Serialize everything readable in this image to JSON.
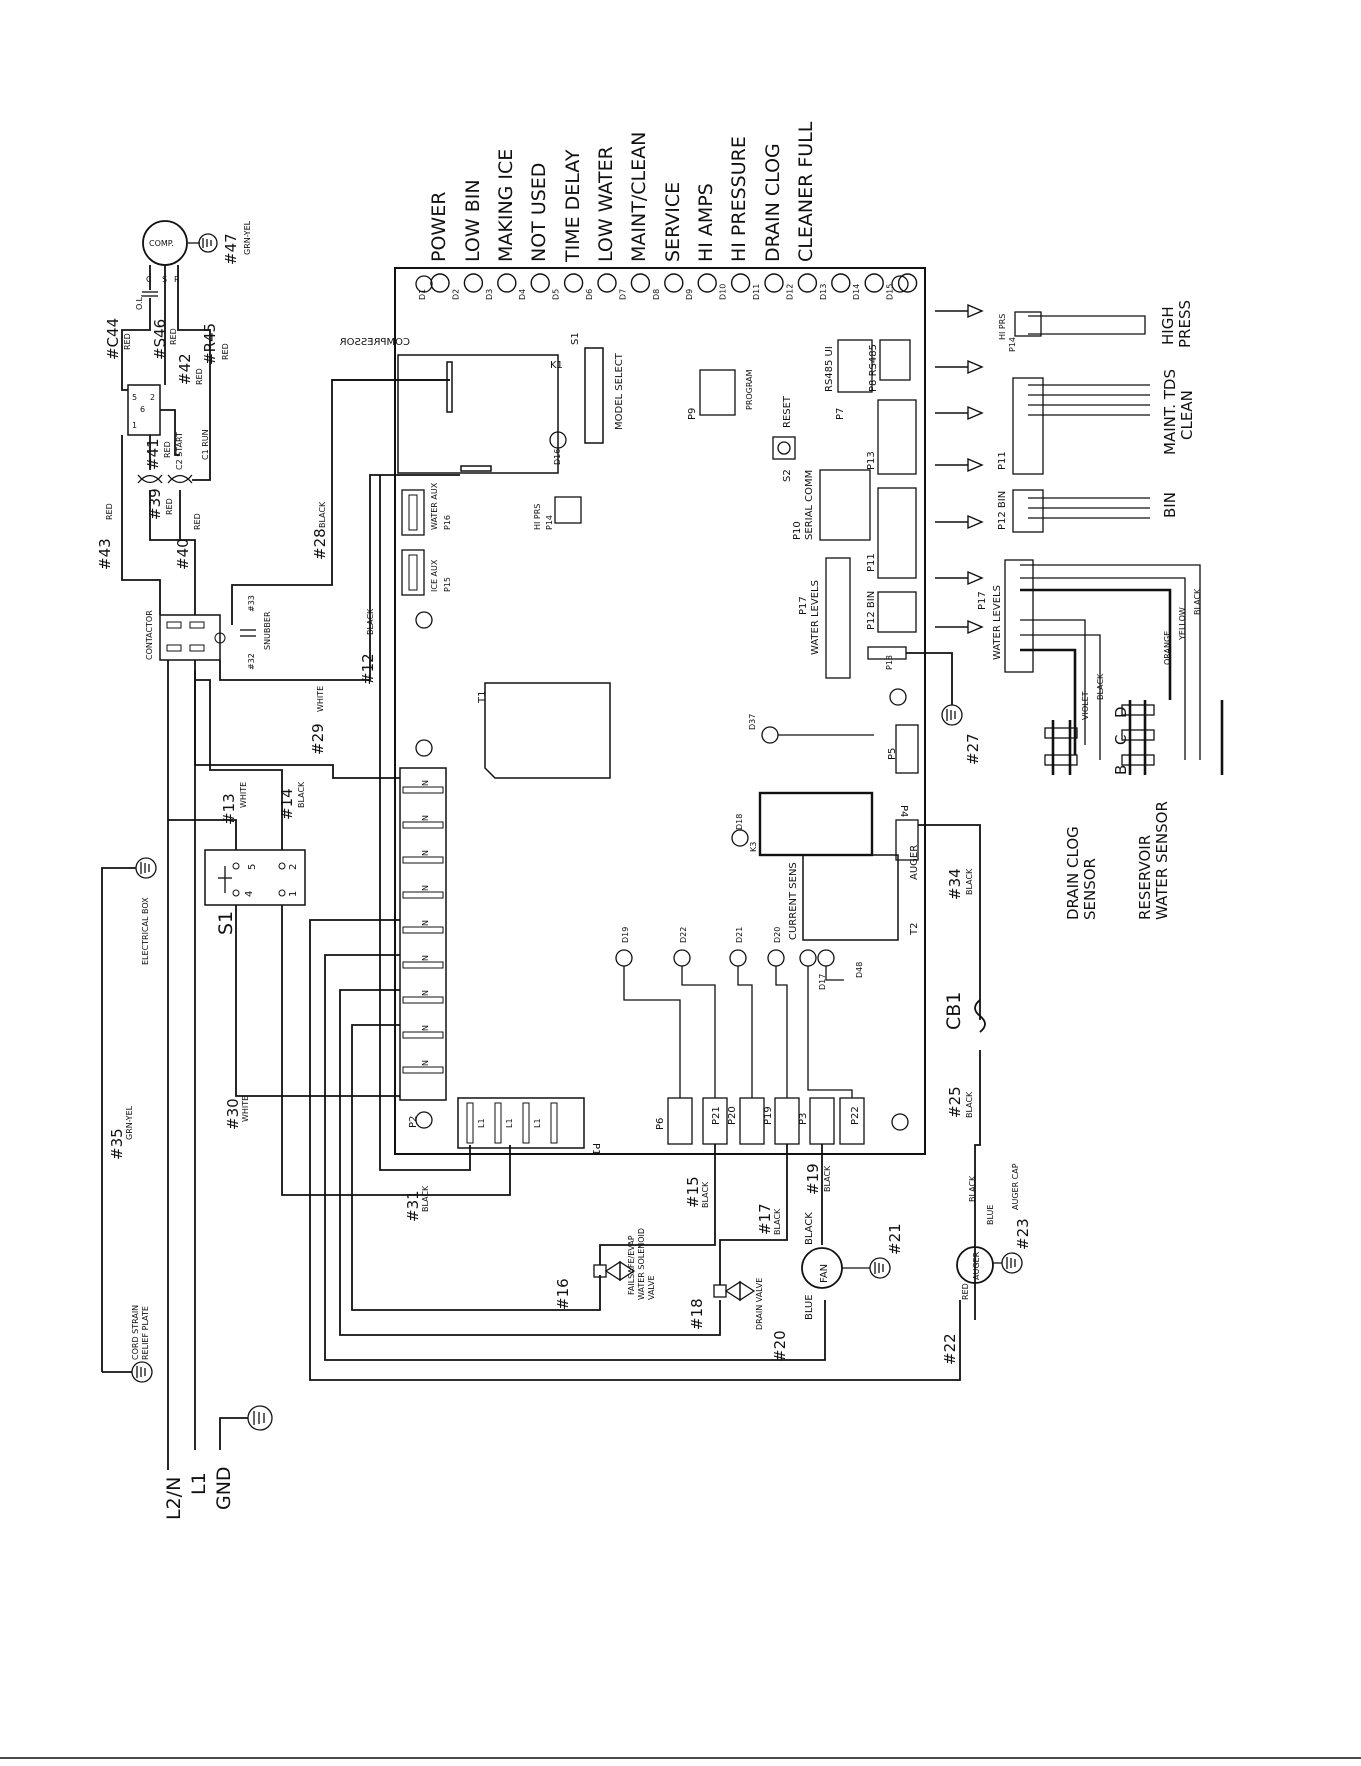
{
  "board": {
    "led_labels": [
      "POWER",
      "LOW BIN",
      "MAKING ICE",
      "NOT USED",
      "TIME DELAY",
      "LOW WATER",
      "MAINT/CLEAN",
      "SERVICE",
      "HI AMPS",
      "HI PRESSURE",
      "DRAIN CLOG",
      "CLEANER FULL"
    ],
    "led_ids": [
      "D1",
      "D2",
      "D3",
      "D4",
      "D5",
      "D6",
      "D7",
      "D8",
      "D9",
      "D10",
      "D11",
      "D12",
      "D13",
      "D14",
      "D15"
    ],
    "k1": "K1",
    "compressor": "COMPRESSOR",
    "s1_board": "S1",
    "model_select": "MODEL SELECT",
    "d16": "D16",
    "p9": "P9",
    "program": "PROGRAM",
    "reset": "RESET",
    "s2": "S2",
    "rs485_ui": "RS485 UI",
    "p7": "P7",
    "p8_rs485": "P8 RS485",
    "p13": "P13",
    "p10_serial": "P10",
    "serial_comm": "SERIAL COMM",
    "p11": "P11",
    "p12_bin": "P12 BIN",
    "p17": "P17",
    "water_levels": "WATER LEVELS",
    "p18": "P18",
    "water_aux": "WATER AUX",
    "p16": "P16",
    "ice_aux": "ICE AUX",
    "p15": "P15",
    "hi_prs": "HI PRS",
    "p14": "P14",
    "t1": "T1",
    "d37": "D37",
    "p5": "P5",
    "d18": "D18",
    "k3": "K3",
    "p4": "P4",
    "auger": "AUGER",
    "current_sens": "CURRENT SENS",
    "t2": "T2",
    "d17": "D17",
    "d48": "D48",
    "d19": "D19",
    "d22": "D22",
    "d21": "D21",
    "d20": "D20",
    "p2": "P2",
    "n": "N",
    "p1": "P1",
    "l1": "L1",
    "p6": "P6",
    "p21": "P21",
    "p20": "P20",
    "p19": "P19",
    "p3": "P3",
    "p22": "P22"
  },
  "left_side": {
    "comp": "COMP.",
    "c": "C",
    "s": "S",
    "r": "R",
    "ol": "O.L.",
    "w47": "#47",
    "grn_yel": "GRN-YEL",
    "c44": "#C44",
    "s46": "#S46",
    "r45": "#R45",
    "w42": "#42",
    "w41": "#41",
    "w39": "#39",
    "w40": "#40",
    "w43": "#43",
    "red": "RED",
    "c2_start": "C2 START",
    "c1_run": "C1 RUN",
    "relay_nums": [
      "5",
      "6",
      "1",
      "2"
    ],
    "contactor": "CONTACTOR",
    "snubber": "SNUBBER",
    "w32": "#32",
    "w33": "#33",
    "w28": "#28",
    "w12": "#12",
    "w29": "#29",
    "black": "BLACK",
    "white": "WHITE",
    "w13": "#13",
    "w14": "#14",
    "s1": "S1",
    "s1_nums": [
      "5",
      "2",
      "4",
      "1"
    ],
    "electrical_box": "ELECTRICAL BOX",
    "w35": "#35",
    "w30": "#30",
    "w31": "#31",
    "cord_strain": "CORD STRAIN",
    "relief_plate": "RELIEF PLATE",
    "l2n": "L2/N",
    "l1": "L1",
    "gnd": "GND"
  },
  "bottom": {
    "w15": "#15",
    "w16": "#16",
    "w17": "#17",
    "w18": "#18",
    "w19": "#19",
    "w20": "#20",
    "w21": "#21",
    "w22": "#22",
    "w23": "#23",
    "w25": "#25",
    "w34": "#34",
    "w27": "#27",
    "failsafe": "FAILSAFE/EVAP",
    "water_solenoid": "WATER SOLENOID",
    "valve": "VALVE",
    "drain_valve": "DRAIN VALVE",
    "fan": "FAN",
    "black": "BLACK",
    "blue": "BLUE",
    "auger": "AUGER",
    "auger_cap": "AUGER CAP",
    "red": "RED",
    "cb1": "CB1"
  },
  "right_side": {
    "hi_prs": "HI PRS",
    "p14": "P14",
    "high_press_1": "HIGH",
    "high_press_2": "PRESS",
    "p11": "P11",
    "maint_tds": "MAINT. TDS",
    "clean": "CLEAN",
    "p12_bin": "P12 BIN",
    "bin": "BIN",
    "p17": "P17",
    "water_levels": "WATER LEVELS",
    "violet": "VIOLET",
    "black": "BLACK",
    "orange": "ORANGE",
    "yellow": "YELLOW",
    "probe_letters": [
      "B",
      "C",
      "D"
    ],
    "drain_clog": "DRAIN CLOG",
    "sensor": "SENSOR",
    "reservoir": "RESERVOIR",
    "water_sensor": "WATER SENSOR"
  }
}
